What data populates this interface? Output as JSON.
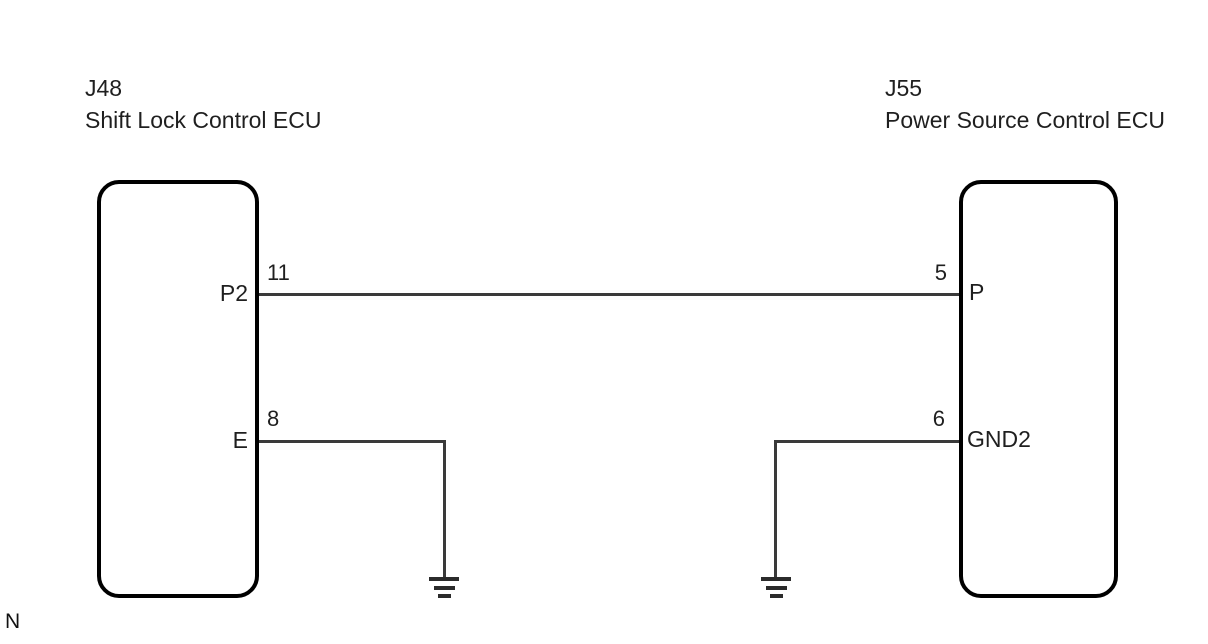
{
  "diagram": {
    "type": "wiring-diagram",
    "left_component": {
      "code": "J48",
      "name": "Shift Lock Control ECU",
      "pins": [
        {
          "terminal": "P2",
          "number": "11"
        },
        {
          "terminal": "E",
          "number": "8"
        }
      ]
    },
    "right_component": {
      "code": "J55",
      "name": "Power Source Control ECU",
      "pins": [
        {
          "terminal": "P",
          "number": "5"
        },
        {
          "terminal": "GND2",
          "number": "6"
        }
      ]
    },
    "connections": [
      {
        "from": "J48 pin 11 (P2)",
        "to": "J55 pin 5 (P)"
      },
      {
        "from": "J48 pin 8 (E)",
        "to": "ground"
      },
      {
        "from": "J55 pin 6 (GND2)",
        "to": "ground"
      }
    ],
    "note": "N",
    "colors": {
      "outline": "#000000",
      "wire": "#3a3a3a",
      "background": "#ffffff"
    }
  }
}
